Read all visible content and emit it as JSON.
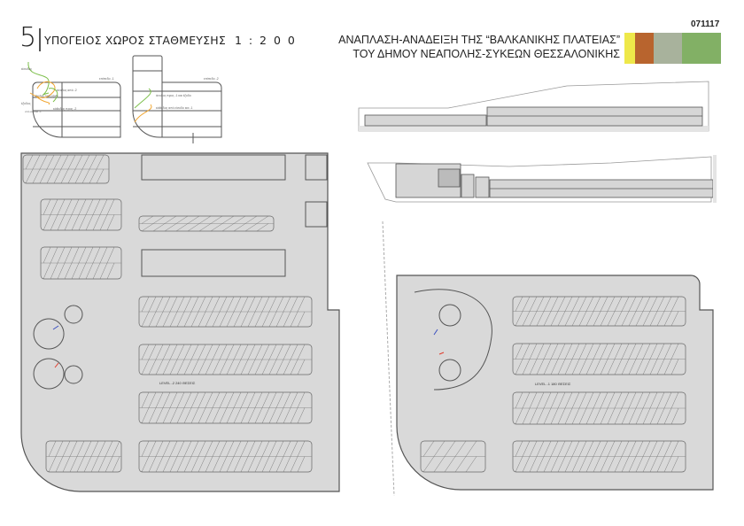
{
  "header": {
    "sheet_number": "5",
    "title": "ΥΠΟΓΕΙΟΣ ΧΩΡΟΣ ΣΤΑΘΜΕΥΣΗΣ",
    "scale": "1 : 2 0 0",
    "drawing_code": "071117",
    "project_line_1": "ΑΝΑΠΛΑΣΗ-ΑΝΑΔΕΙΞΗ ΤΗΣ “ΒΑΛΚΑΝΙΚΗΣ ΠΛΑΤΕΙΑΣ”",
    "project_line_2": "ΤΟΥ ΔΗΜΟΥ ΝΕΑΠΟΛΗΣ-ΣΥΚΕΩΝ ΘΕΣΣΑΛΟΝΙΚΗΣ",
    "color_swatches": [
      "#eee84a",
      "#b8642e",
      "#a8b29c",
      "#82b065"
    ]
  },
  "circulation_diagrams": {
    "level_1": {
      "label": "επίπεδο -1",
      "entrance": "είσοδος",
      "exit": "έξοδος",
      "up_from_2": "άνοδος από -2",
      "down_to_2": "κάθοδος προς -2",
      "to_exit": "άνοδος προς έξοδο",
      "from_entrance": "από είσοδο -1"
    },
    "level_2": {
      "label": "επίπεδο -2",
      "up": "άνοδος προς -1 και έξοδο",
      "down": "κάθοδος από είσοδο και -1"
    }
  },
  "plans": {
    "level_minus_2": {
      "label": "LEVEL -2 240 ΘΕΣΕΙΣ"
    },
    "level_minus_1": {
      "label": "LEVEL -1 180 ΘΕΣΕΙΣ"
    }
  },
  "colors": {
    "floor": "#d9d9d9",
    "line": "#555555",
    "ramp_up": "#e03a2a",
    "ramp_down": "#3a4fc0"
  }
}
